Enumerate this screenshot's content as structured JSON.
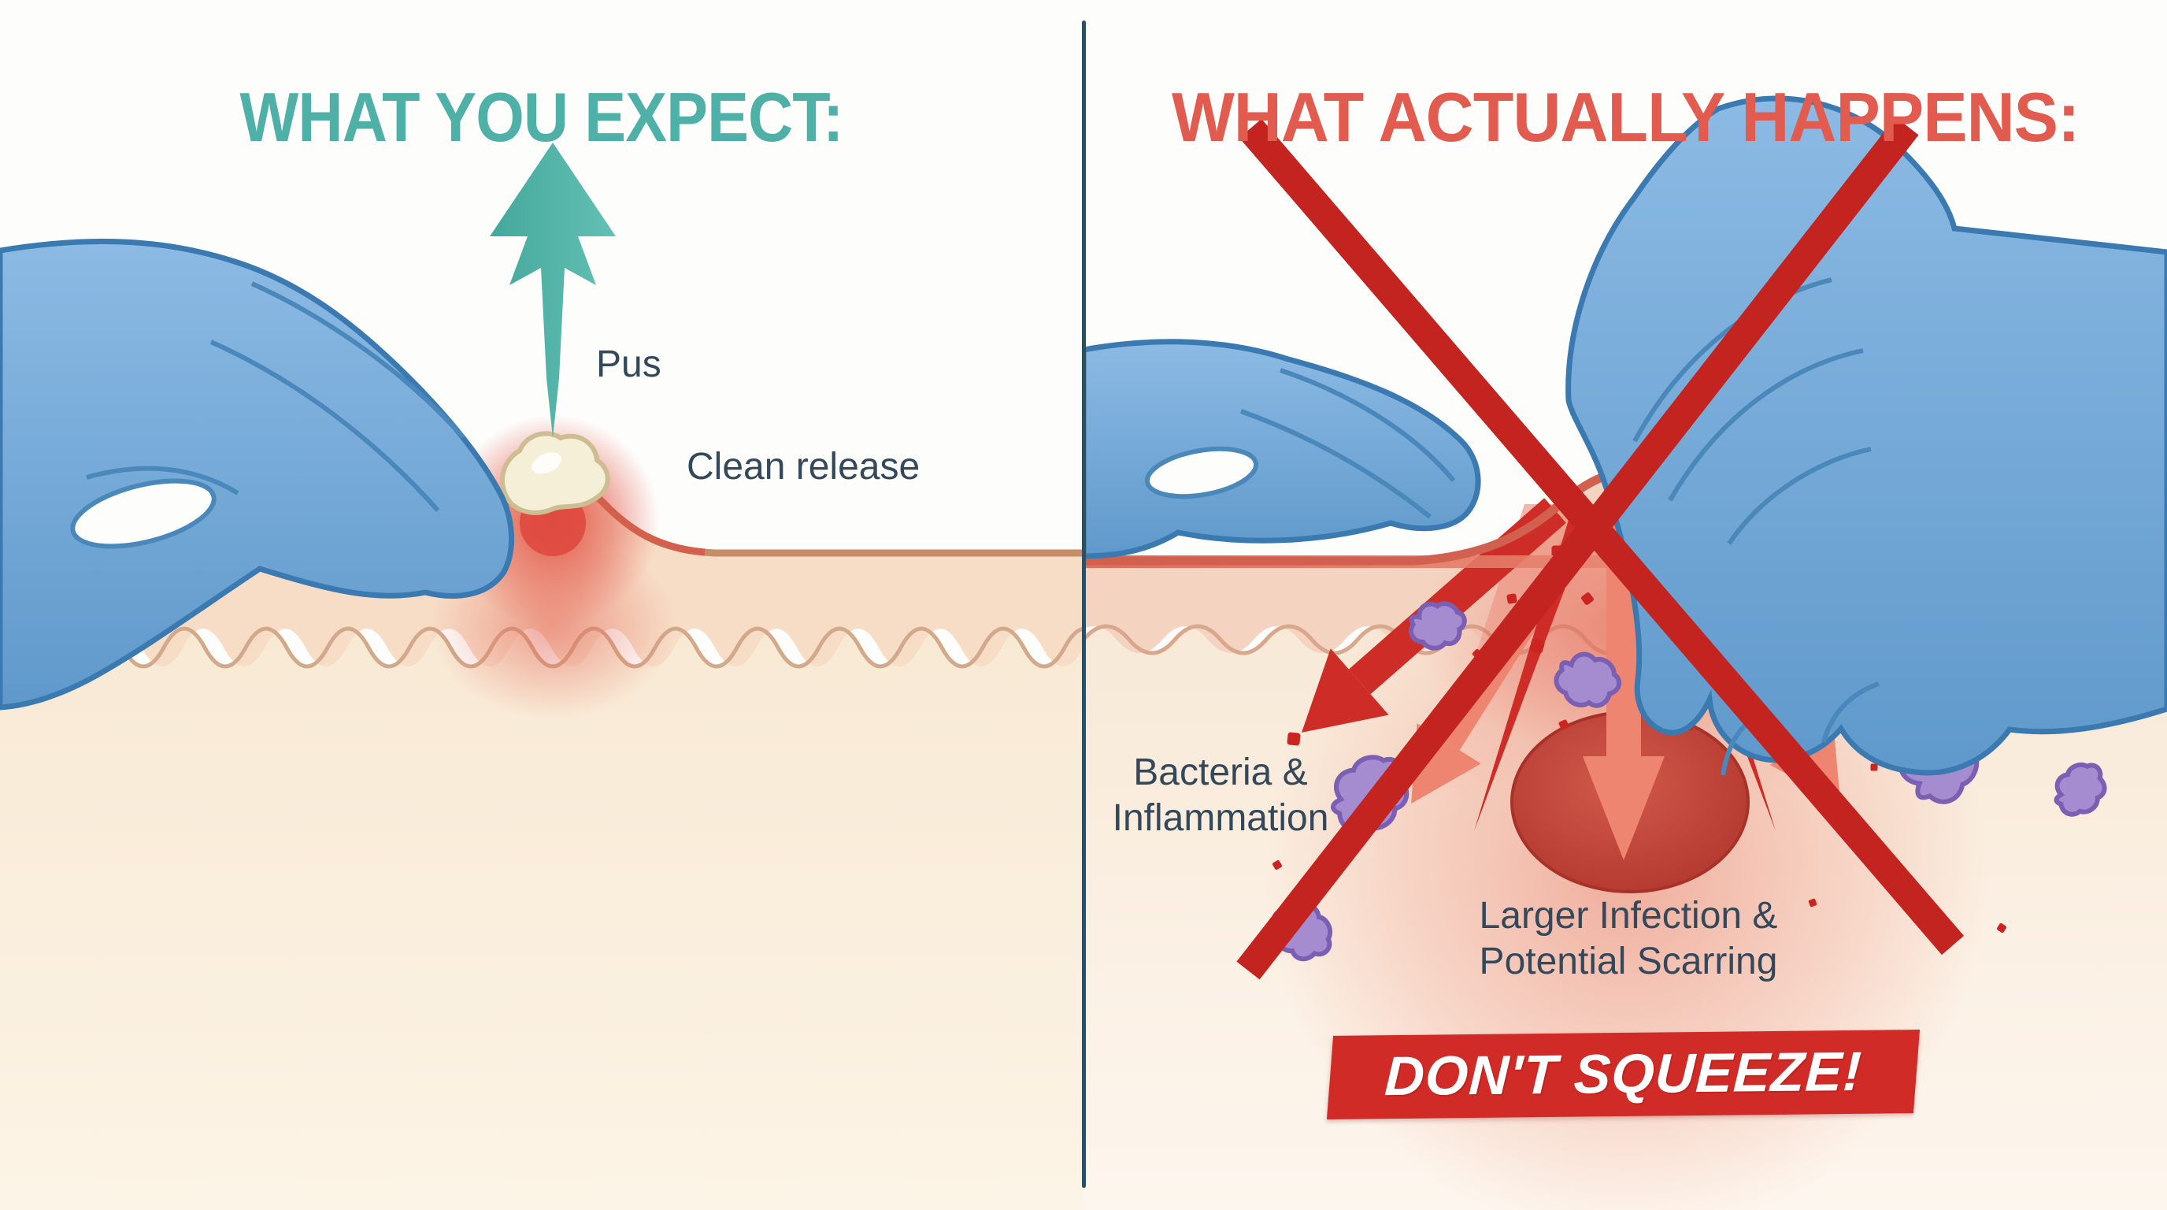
{
  "header": {
    "left_title": "WHAT YOU EXPECT:",
    "right_title": "WHAT ACTUALLY HAPPENS:"
  },
  "left_panel": {
    "pus_label": "Pus",
    "clean_release_label": "Clean release"
  },
  "right_panel": {
    "bacteria_label_line1": "Bacteria &",
    "bacteria_label_line2": "Inflammation",
    "infection_label_line1": "Larger Infection &",
    "infection_label_line2": "Potential Scarring",
    "banner_text": "DON'T SQUEEZE!"
  },
  "colors": {
    "left_title": "#4FB0A8",
    "right_title": "#E15B4F",
    "label_text": "#33485A",
    "divider": "#2D4F63",
    "banner_bg": "#D02B26",
    "banner_text_color": "#FFFFFF",
    "x_mark": "#C42420",
    "teal_arrow": "#4FB2A6",
    "dark_red_arrow": "#CD2D26",
    "salmon_arrow": "#EE8571",
    "glove_blue": "#74AAD8",
    "glove_outline": "#3A7AB1",
    "bacteria_purple": "#A58CD0",
    "skin_epidermis": "#F6D8C3",
    "skin_dermis": "#FAEEDC",
    "infection_pocket": "#C04338"
  }
}
